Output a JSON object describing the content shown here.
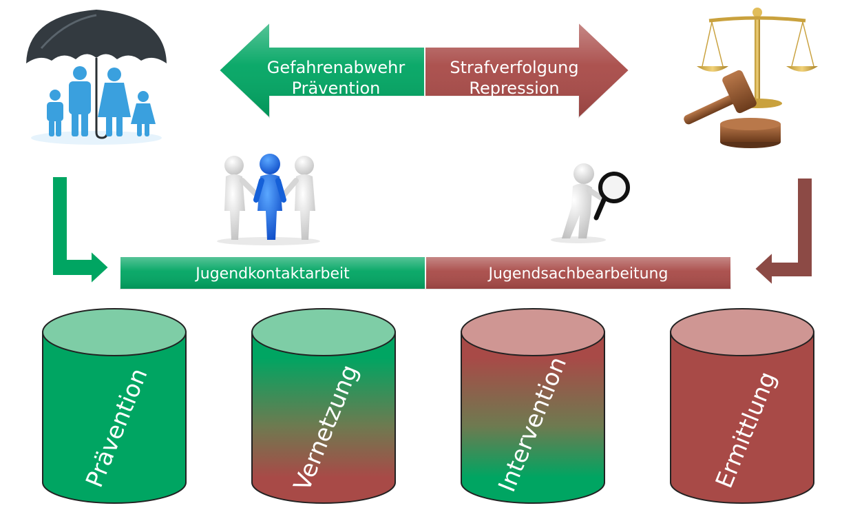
{
  "arrow": {
    "left_line1": "Gefahrenabwehr",
    "left_line2": "Prävention",
    "right_line1": "Strafverfolgung",
    "right_line2": "Repression"
  },
  "bar": {
    "left_label": "Jugendkontaktarbeit",
    "right_label": "Jugendsachbearbeitung"
  },
  "cylinders": [
    {
      "label": "Prävention"
    },
    {
      "label": "Vernetzung"
    },
    {
      "label": "Intervention"
    },
    {
      "label": "Ermittlung"
    }
  ],
  "colors": {
    "green": "#00A562",
    "red": "#A84A47",
    "green_light": "#7ECDA6",
    "red_light": "#CF9693",
    "dark_red_arrow": "#8C4A45"
  }
}
